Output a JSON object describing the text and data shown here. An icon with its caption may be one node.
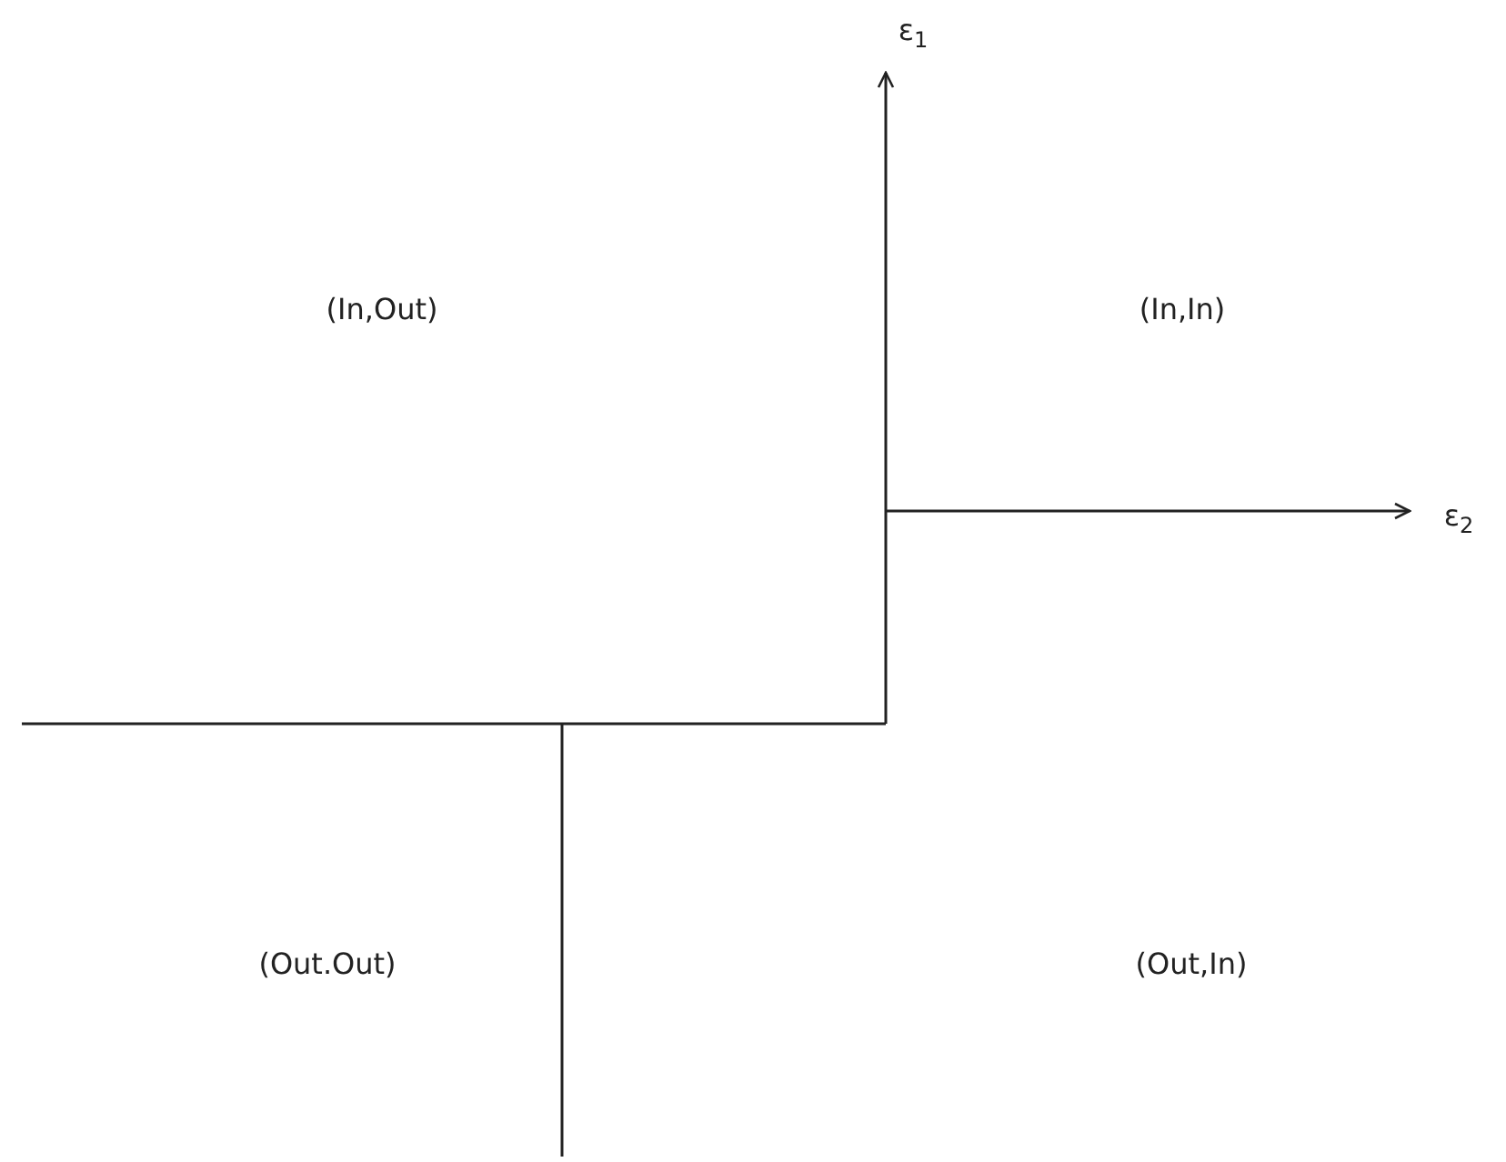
{
  "diagram": {
    "labels": [
      "ε$_{1}$",
      "(In,Out)",
      "(In,In)",
      "ε$_{2}$",
      "(Out.Out)",
      "(Out,In)"
    ]
  }
}
